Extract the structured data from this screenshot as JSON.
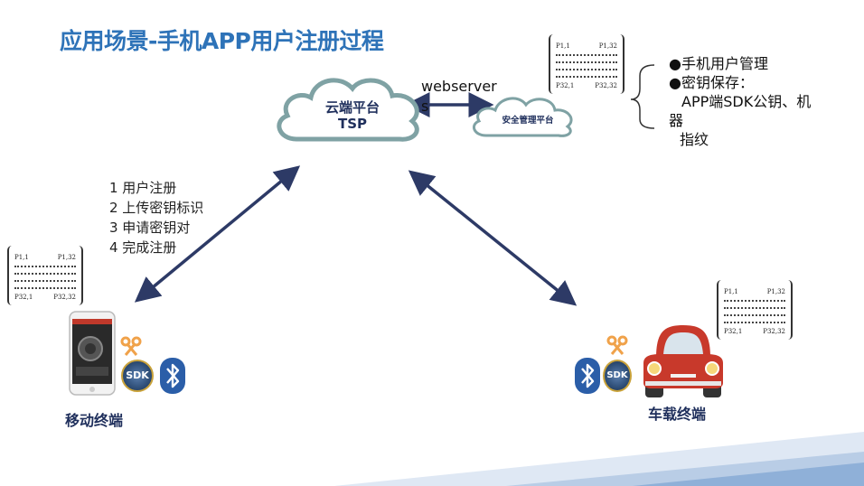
{
  "title": "应用场景-手机APP用户注册过程",
  "cloud_main": {
    "line1": "云端平台",
    "line2": "TSP"
  },
  "cloud_secondary": {
    "label": "安全管理平台"
  },
  "webserver_label": "webservers",
  "steps": [
    "1 用户注册",
    "2 上传密钥标识",
    "3 申请密钥对",
    "4 完成注册"
  ],
  "bullets": {
    "item1": "●手机用户管理",
    "item2": "●密钥保存：",
    "item3_line1": "APP端SDK公钥、机",
    "item3_line2": "器",
    "item3_line3": "指纹"
  },
  "matrix": {
    "top_left": "P1,1",
    "top_right": "P1,32",
    "bottom_left": "P32,1",
    "bottom_right": "P32,32"
  },
  "mobile_label": "移动终端",
  "vehicle_label": "车载终端",
  "sdk_label": "SDK",
  "colors": {
    "title": "#2e73b8",
    "arrow": "#2d3a66",
    "cloud_stroke": "#7fa2a4",
    "car": "#c8392b",
    "bluetooth": "#2b5ea8"
  }
}
